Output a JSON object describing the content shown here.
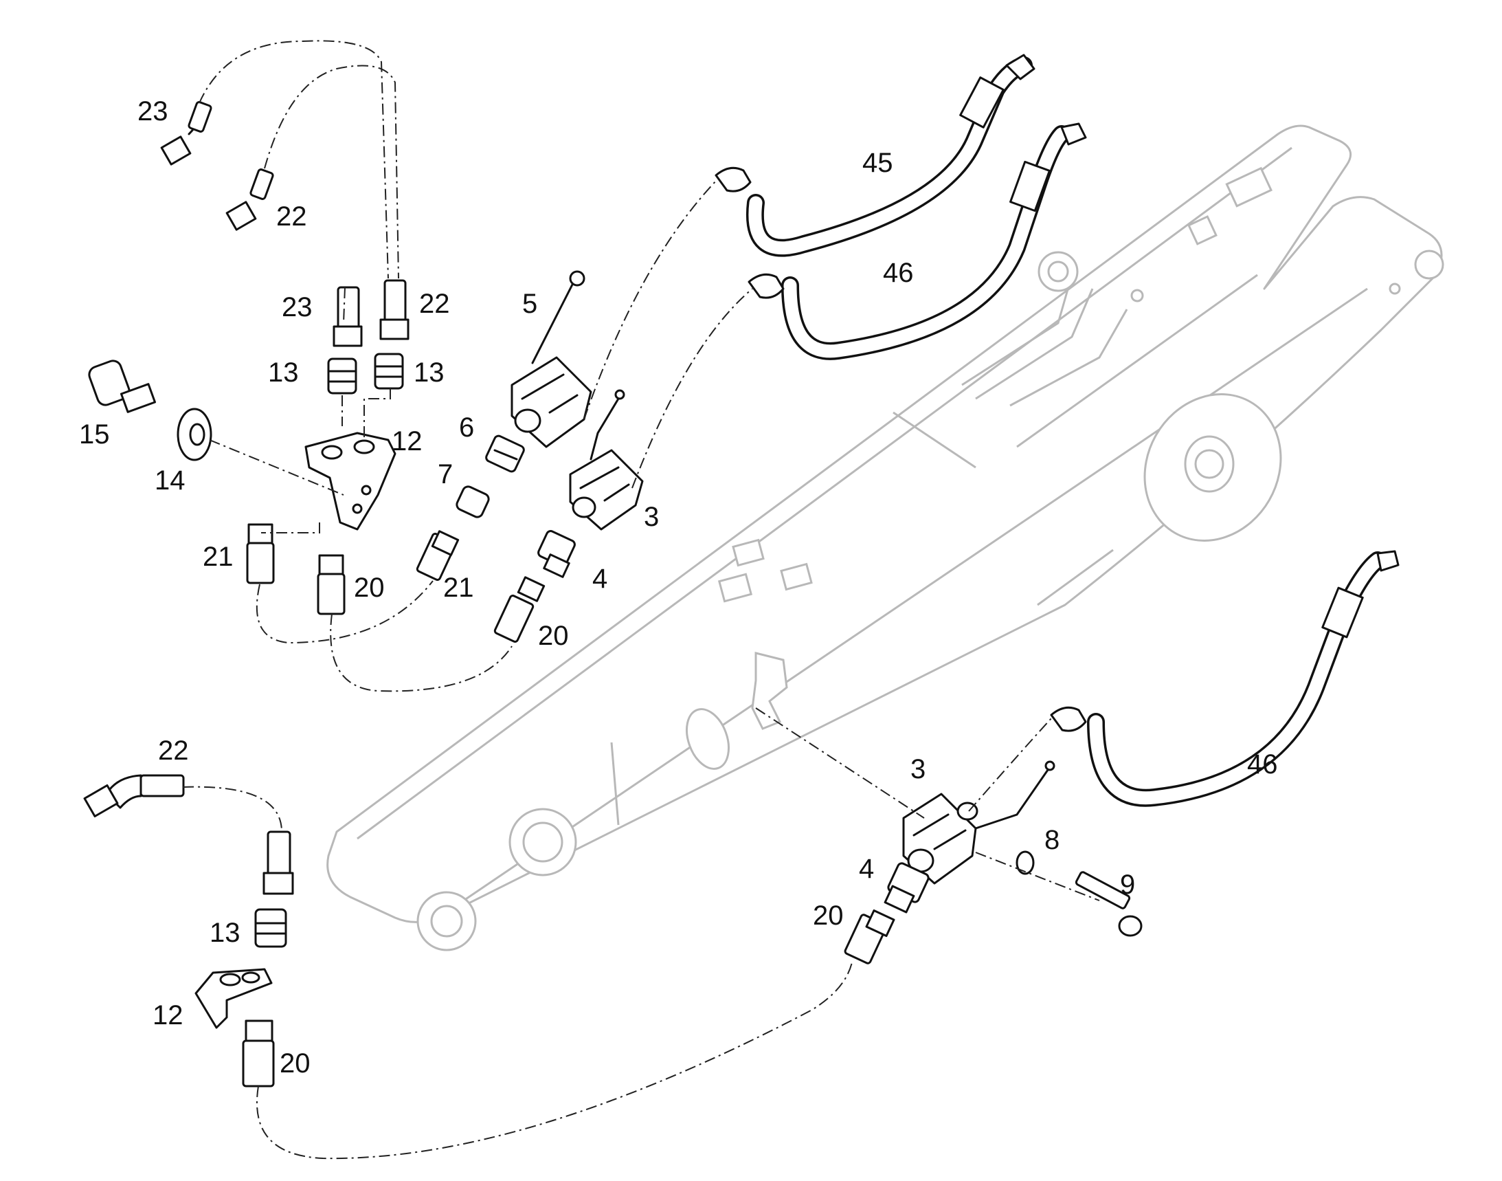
{
  "diagram": {
    "callouts": [
      "23",
      "22",
      "23",
      "22",
      "13",
      "13",
      "15",
      "14",
      "12",
      "21",
      "20",
      "21",
      "5",
      "6",
      "7",
      "3",
      "4",
      "20",
      "45",
      "46",
      "22",
      "13",
      "12",
      "20",
      "3",
      "4",
      "20",
      "8",
      "9",
      "46"
    ]
  }
}
